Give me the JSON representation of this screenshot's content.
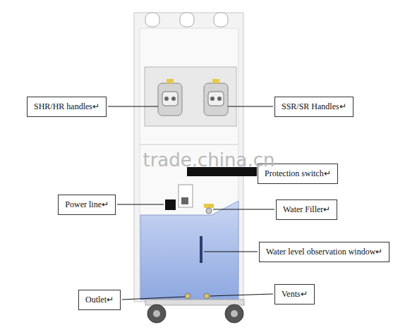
{
  "diagram": {
    "nodes": [
      {
        "text": [
          "SHR/HR handles↵"
        ]
      },
      {
        "text": [
          "SSR/SR Handles↵"
        ]
      },
      {
        "text": [
          "Protection switch↵"
        ]
      },
      {
        "text": [
          "Power line↵"
        ]
      },
      {
        "text": [
          "Water Filler↵"
        ]
      },
      {
        "text": [
          "Water level observation window↵"
        ]
      },
      {
        "text": [
          "Outlet↵"
        ]
      },
      {
        "text": [
          "Vents↵"
        ]
      }
    ],
    "labels": [
      "trade.china.cn"
    ]
  }
}
